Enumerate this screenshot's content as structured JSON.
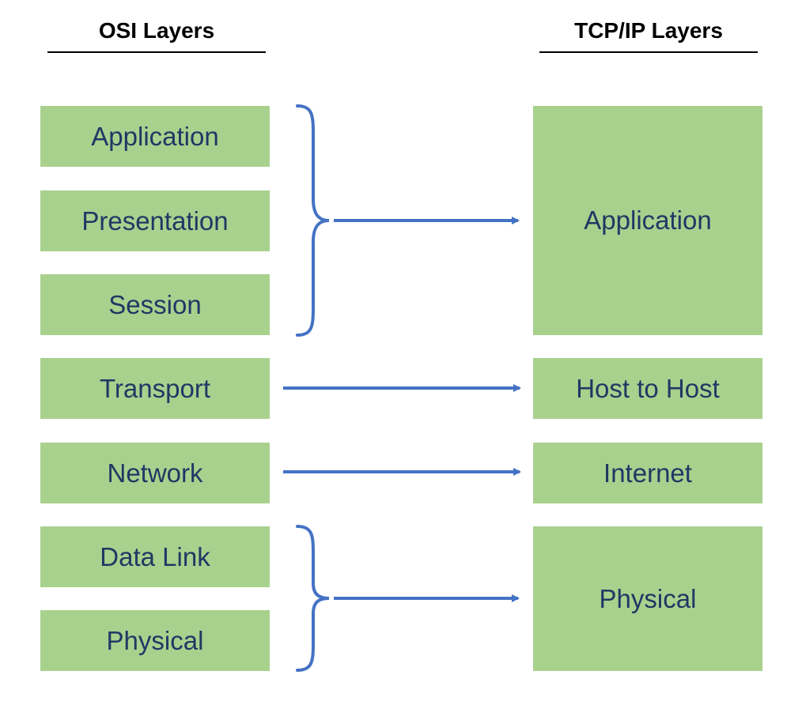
{
  "osi": {
    "heading": "OSI Layers",
    "layers": [
      "Application",
      "Presentation",
      "Session",
      "Transport",
      "Network",
      "Data Link",
      "Physical"
    ]
  },
  "tcpip": {
    "heading": "TCP/IP Layers",
    "layers": [
      "Application",
      "Host to Host",
      "Internet",
      "Physical"
    ]
  },
  "colors": {
    "box_fill": "#a9d18e",
    "box_text": "#1f3864",
    "connector": "#4472c4"
  }
}
